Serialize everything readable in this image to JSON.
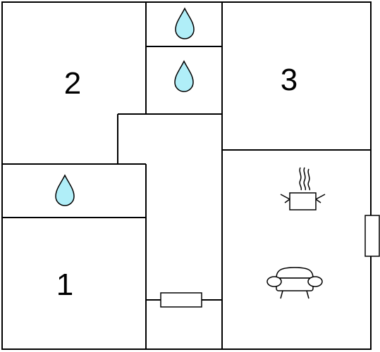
{
  "floor_plan": {
    "rooms": [
      {
        "id": "bedroom-1",
        "label": "1"
      },
      {
        "id": "bedroom-2",
        "label": "2"
      },
      {
        "id": "bedroom-3",
        "label": "3"
      }
    ],
    "icons": [
      {
        "name": "water-drop-icon",
        "meaning": "bathroom"
      },
      {
        "name": "steaming-pot-icon",
        "meaning": "kitchen"
      },
      {
        "name": "sofa-icon",
        "meaning": "living room"
      },
      {
        "name": "radiator-icon",
        "meaning": "heater"
      }
    ],
    "colors": {
      "wall": "#000000",
      "water_drop_fill": "#b0eef8",
      "background": "#ffffff"
    }
  }
}
